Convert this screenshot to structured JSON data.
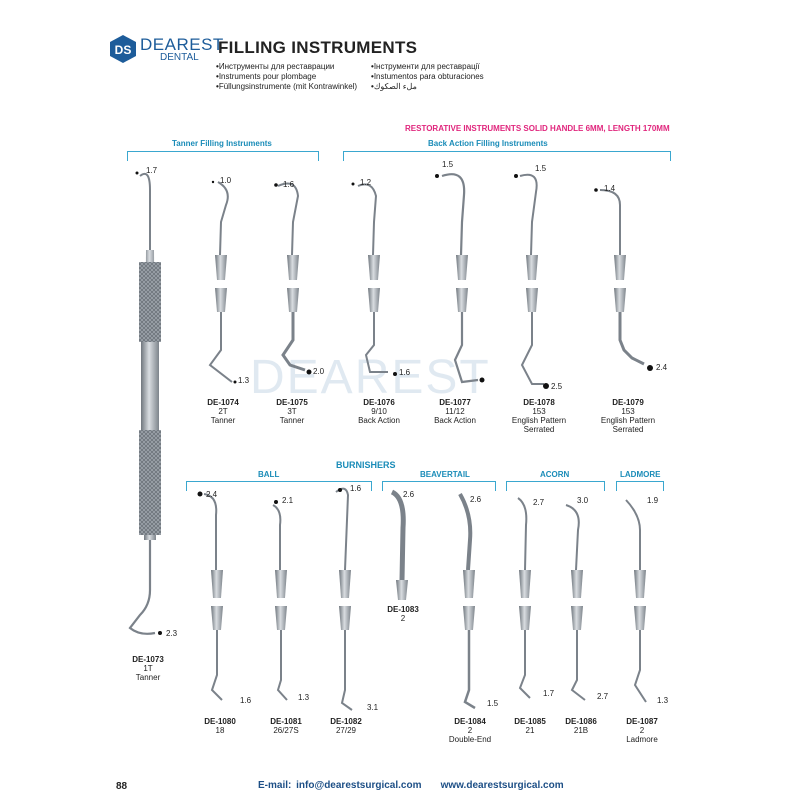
{
  "brand": {
    "name_line1": "DEAREST",
    "name_line2": "DENTAL",
    "color": "#1d5c9a"
  },
  "page_title": "FILLING INSTRUMENTS",
  "subtitles": [
    "Инструменты для реставрации",
    "Instruments pour plombage",
    "Füllungsinstrumente (mit Kontrawinkel)",
    "Інструменти для реставрації",
    "Instumentos para obturaciones",
    "ملء الصكوك"
  ],
  "headline": "RESTORATIVE INSTRUMENTS SOLID HANDLE 6MM, LENGTH 170MM",
  "groups": {
    "tanner": "Tanner Filling Instruments",
    "back_action": "Back Action Filling Instruments",
    "burnishers": "BURNISHERS",
    "ball": "BALL",
    "beavertail": "BEAVERTAIL",
    "acorn": "ACORN",
    "ladmore": "LADMORE"
  },
  "watermark": "DEAREST",
  "products": [
    {
      "code": "DE-1073",
      "lines": [
        "1T",
        "Tanner"
      ],
      "sizes": [
        "1.7",
        "2.3"
      ]
    },
    {
      "code": "DE-1074",
      "lines": [
        "2T",
        "Tanner"
      ],
      "sizes": [
        "1.0",
        "1.3"
      ]
    },
    {
      "code": "DE-1075",
      "lines": [
        "3T",
        "Tanner"
      ],
      "sizes": [
        "1.6",
        "2.0"
      ]
    },
    {
      "code": "DE-1076",
      "lines": [
        "9/10",
        "Back Action"
      ],
      "sizes": [
        "1.2",
        "1.6"
      ]
    },
    {
      "code": "DE-1077",
      "lines": [
        "11/12",
        "Back Action"
      ],
      "sizes": [
        "1.5",
        ""
      ]
    },
    {
      "code": "DE-1078",
      "lines": [
        "153",
        "English Pattern",
        "Serrated"
      ],
      "sizes": [
        "1.5",
        "2.5"
      ]
    },
    {
      "code": "DE-1079",
      "lines": [
        "153",
        "English Pattern",
        "Serrated"
      ],
      "sizes": [
        "1.4",
        "2.4"
      ]
    },
    {
      "code": "DE-1080",
      "lines": [
        "18"
      ],
      "sizes": [
        "2.4",
        "1.6"
      ]
    },
    {
      "code": "DE-1081",
      "lines": [
        "26/27S"
      ],
      "sizes": [
        "2.1",
        "1.3"
      ]
    },
    {
      "code": "DE-1082",
      "lines": [
        "27/29"
      ],
      "sizes": [
        "1.6",
        "3.1"
      ]
    },
    {
      "code": "DE-1083",
      "lines": [
        "2"
      ],
      "sizes": [
        "2.6"
      ]
    },
    {
      "code": "DE-1084",
      "lines": [
        "2",
        "Double-End"
      ],
      "sizes": [
        "2.6",
        "1.5"
      ]
    },
    {
      "code": "DE-1085",
      "lines": [
        "21"
      ],
      "sizes": [
        "2.7",
        "1.7"
      ]
    },
    {
      "code": "DE-1086",
      "lines": [
        "21B"
      ],
      "sizes": [
        "3.0",
        "2.7"
      ]
    },
    {
      "code": "DE-1087",
      "lines": [
        "2",
        "Ladmore"
      ],
      "sizes": [
        "1.9",
        "1.3"
      ]
    }
  ],
  "contact": {
    "email": "E-mail: info@dearestsurgical.com",
    "web": "www.dearestsurgical.com"
  },
  "page_number": "88",
  "colors": {
    "accent": "#1a8cb8",
    "headline": "#e0267d",
    "steel": "#8a9097"
  }
}
